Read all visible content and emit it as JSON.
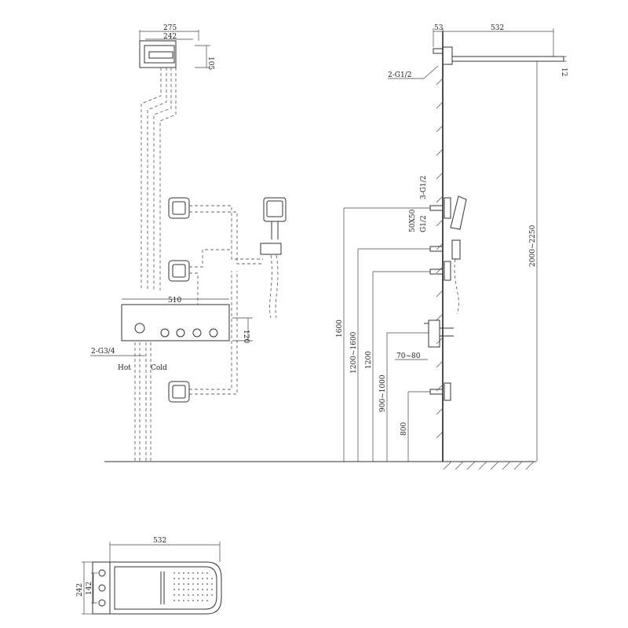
{
  "dimensions": {
    "top_width_outer": "275",
    "top_width_inner": "242",
    "top_height": "105",
    "panel_width": "510",
    "panel_height": "120",
    "inlet_label": "2-G3/4",
    "hot": "Hot",
    "cold": "Cold",
    "arm_offset": "53",
    "arm_length": "532",
    "head_outlet": "2-G1/2",
    "head_thickness": "12",
    "outlet_group": "3-G1/2",
    "outlet_spacing": "50X50",
    "single_outlet": "G1/2",
    "wall_gap": "70~80",
    "h_1600": "1600",
    "h_1200_1600": "1200~1600",
    "h_1200": "1200",
    "h_900_1000": "900~1000",
    "h_800": "800",
    "h_2000_2250": "2000~2250",
    "plan_length": "532",
    "plan_width_outer": "242",
    "plan_width_inner": "142"
  }
}
